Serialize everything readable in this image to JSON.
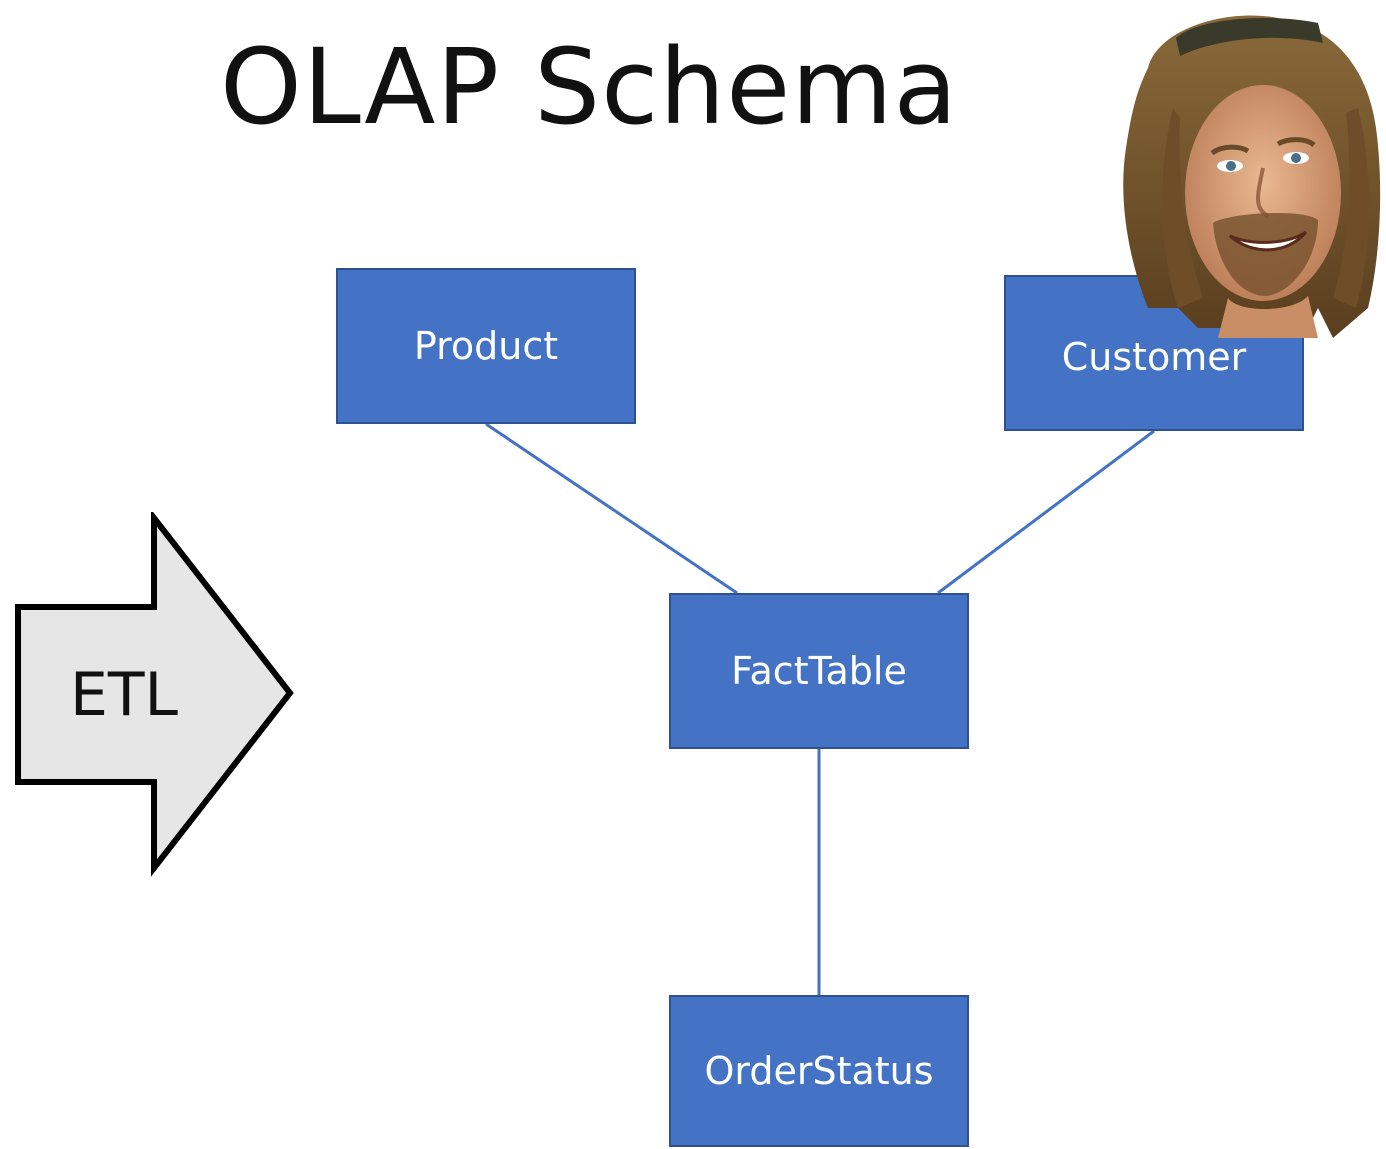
{
  "title": "OLAP Schema",
  "entities": {
    "product": "Product",
    "customer": "Customer",
    "fact_table": "FactTable",
    "order_status": "OrderStatus"
  },
  "etl_label": "ETL",
  "colors": {
    "entity_fill": "#4472c4",
    "entity_border": "#2f528f",
    "connector": "#4472c4",
    "arrow_fill": "#e7e6e6",
    "arrow_stroke": "#000000"
  }
}
